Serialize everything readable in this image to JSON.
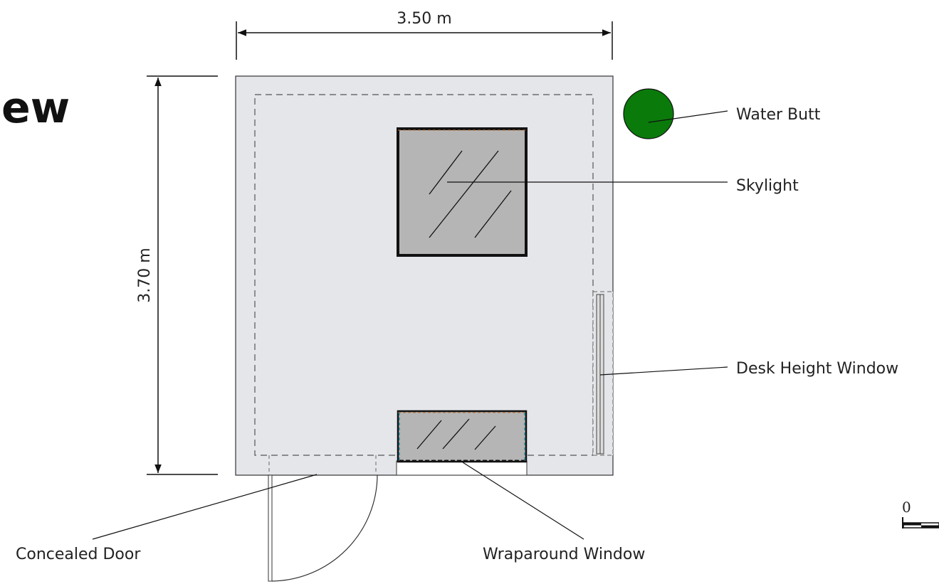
{
  "title_fragment": "ew",
  "dimensions": {
    "width": "3.50 m",
    "depth": "3.70 m"
  },
  "labels": {
    "water_butt": "Water Butt",
    "skylight": "Skylight",
    "desk_window": "Desk Height Window",
    "concealed_door": "Concealed Door",
    "wraparound_window": "Wraparound Window"
  },
  "scale_bar": {
    "zero": "0"
  },
  "colors": {
    "floor": "#e5e6ea",
    "glass": "#b5b5b5",
    "water_butt": "#0a7a0a",
    "wrap_window_edge": "#2a8fa6",
    "skylight_edge": "#c07030"
  }
}
